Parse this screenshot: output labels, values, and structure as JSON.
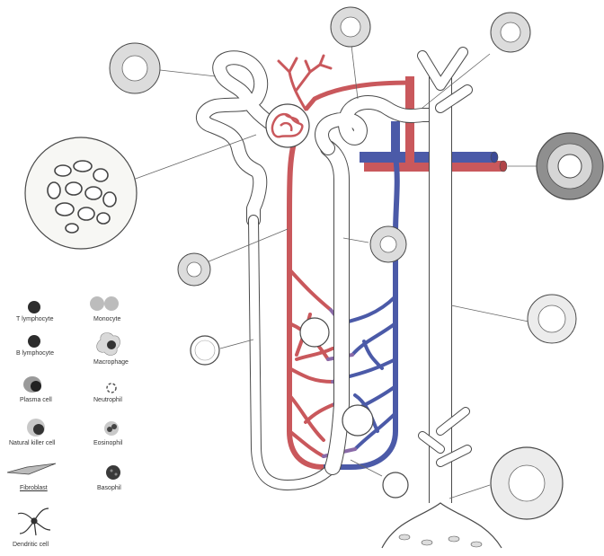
{
  "colors": {
    "artery": "#c9585c",
    "artery_light": "#d98a8c",
    "vein": "#4b5aa8",
    "vein_light": "#7d86c8",
    "outline": "#4a4a4a",
    "tubule_fill": "#ffffff",
    "cell_fill": "#e8e8e8",
    "nucleus_dark": "#333333"
  },
  "legend": {
    "items": [
      {
        "name": "t-lymphocyte",
        "label": "T lymphocyte"
      },
      {
        "name": "b-lymphocyte",
        "label": "B lymphocyte"
      },
      {
        "name": "plasma-cell",
        "label": "Plasma cell"
      },
      {
        "name": "natural-killer-cell",
        "label": "Natural killer cell"
      },
      {
        "name": "fibroblast",
        "label": "Fibroblast"
      },
      {
        "name": "dendritic-cell",
        "label": "Dendritic cell"
      },
      {
        "name": "monocyte",
        "label": "Monocyte"
      },
      {
        "name": "macrophage",
        "label": "Macrophage"
      },
      {
        "name": "neutrophil",
        "label": "Neutrophil"
      },
      {
        "name": "eosinophil",
        "label": "Eosinophil"
      },
      {
        "name": "basophil",
        "label": "Basophil"
      }
    ]
  }
}
